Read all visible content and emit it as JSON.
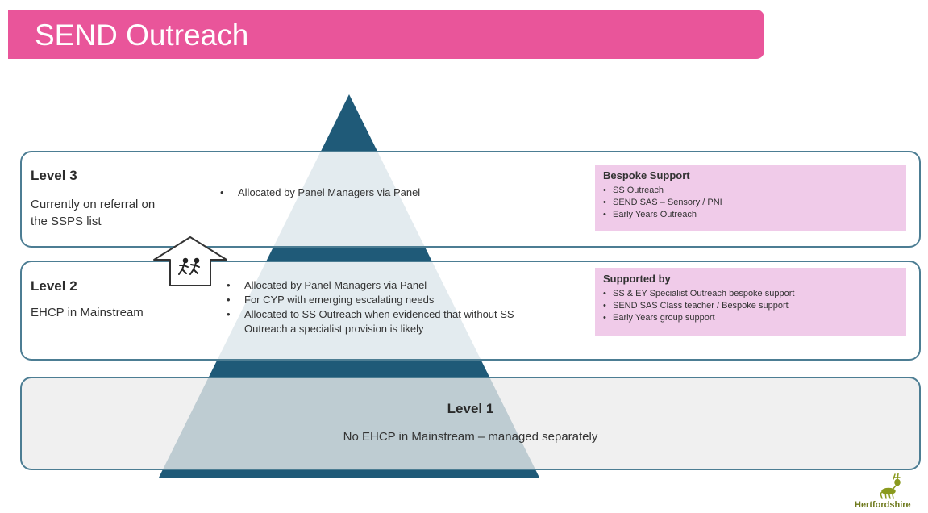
{
  "title": "SEND Outreach",
  "levels": {
    "level3": {
      "title": "Level 3",
      "subtitle_line1": "Currently on referral on",
      "subtitle_line2": "the SSPS list",
      "bullets": [
        "Allocated by Panel Managers via Panel"
      ],
      "panel": {
        "title": "Bespoke Support",
        "items": [
          "SS Outreach",
          "SEND SAS – Sensory / PNI",
          "Early Years Outreach"
        ]
      }
    },
    "level2": {
      "title": "Level 2",
      "subtitle": "EHCP in Mainstream",
      "bullets": [
        "Allocated by Panel Managers via Panel",
        "For CYP with emerging escalating needs",
        "Allocated to SS Outreach when evidenced that without SS",
        "Outreach a specialist provision is likely"
      ],
      "panel": {
        "title": "Supported by",
        "items": [
          "SS & EY Specialist Outreach bespoke support",
          "SEND SAS  Class teacher / Bespoke support",
          "Early Years  group support"
        ]
      }
    },
    "level1": {
      "title": "Level 1",
      "subtitle": "No EHCP in Mainstream – managed separately"
    }
  },
  "logo_text": "Hertfordshire",
  "colors": {
    "title_bar": "#e9559a",
    "pyramid": "#1f5a78",
    "box_border": "#4c7d93",
    "panel_bg": "#f0cbe9",
    "logo": "#8a9a1e"
  },
  "icons": {
    "arrow": "up-arrow-icon",
    "figures": "running-figures-icon",
    "logo": "hart-logo-icon"
  }
}
